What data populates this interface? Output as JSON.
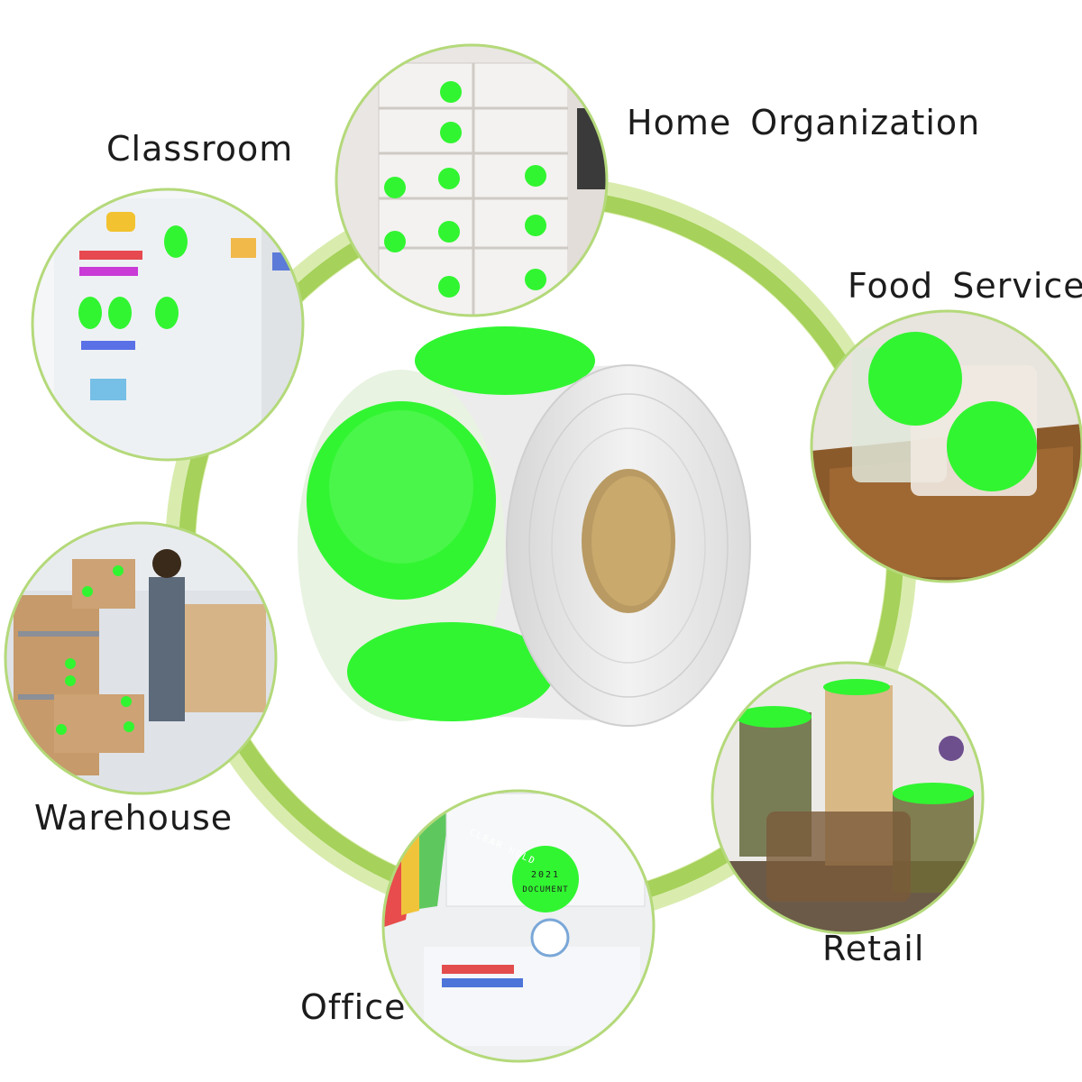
{
  "colors": {
    "ring": "#a6d15a",
    "ring_light": "#d9ecae",
    "sticker_green": "#31f531",
    "roll_gray": "#e4e4e4",
    "core_brown": "#b89a62",
    "circle_border": "#b4d97a"
  },
  "labels": {
    "classroom": "Classroom",
    "home_organization": "Home Organization",
    "food_service": "Food Service",
    "warehouse": "Warehouse",
    "retail": "Retail",
    "office": "Office"
  },
  "scene_text": {
    "office_sticker_year": "2021",
    "office_sticker_word": "DOCUMENT",
    "office_folder": "CLEAR HOLD"
  }
}
